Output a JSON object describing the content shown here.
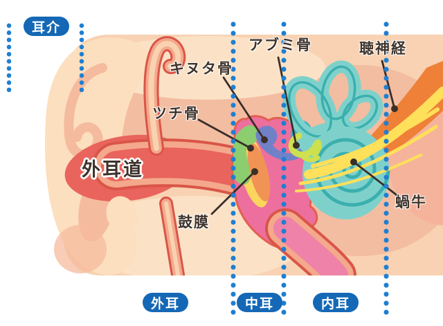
{
  "diagram_type": "ear-anatomy",
  "language": "ja",
  "badges": {
    "pinna": "耳介",
    "outer_ear": "外耳",
    "middle_ear": "中耳",
    "inner_ear": "内耳"
  },
  "labels": {
    "ear_canal": "外耳道",
    "malleus": "ツチ骨",
    "incus": "キヌタ骨",
    "stapes": "アブミ骨",
    "eardrum": "鼓膜",
    "cochlea": "蝸牛",
    "auditory_nerve": "聴神経"
  },
  "colors": {
    "badge_blue": "#1568b5",
    "guide_dot_blue": "#1e7fd2",
    "label_text": "#3e332c",
    "leader_line": "#3a2e28",
    "skin_base": "#f8d2b2",
    "skin_shade": "#f3bda1",
    "skin_light": "#fbe2c6",
    "skin_edge_salmon": "#f5b39b",
    "pinna": "#fcdfbe",
    "pinna_shade": "#f5bb9e",
    "canal_red": "#e8645c",
    "canal_wall": "#f4a88c",
    "canal_outline": "#d95548",
    "middle_ear_pink": "#ec6f9e",
    "middle_ear_outline": "#e2604f",
    "tube_pink": "#ee82a8",
    "eardrum_yellow": "#fbd55e",
    "eardrum_orange": "#f09355",
    "malleus_green": "#8ccd70",
    "incus_blue": "#7181c8",
    "stapes_green": "#cde04e",
    "inner_ear_teal": "#7ed1cb",
    "inner_ear_teal_dark": "#3bafae",
    "vestibule_cyan": "#3fb0c4",
    "nerve_yellow": "#ffe05a",
    "nerve_orange": "#ef8038"
  }
}
